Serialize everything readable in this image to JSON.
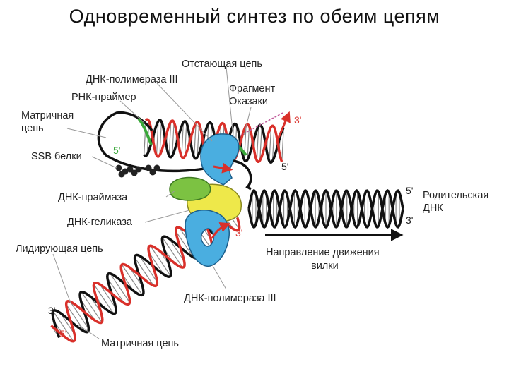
{
  "title": "Одновременный синтез по обеим цепям",
  "labels": {
    "lagging_strand": "Отстающая цепь",
    "pol3_top": "ДНК-полимераза III",
    "okazaki_1": "Фрагмент",
    "okazaki_2": "Оказаки",
    "rna_primer": "РНК-праймер",
    "template_1": "Матричная",
    "template_2": "цепь",
    "ssb": "SSB белки",
    "primase": "ДНК-праймаза",
    "helicase": "ДНК-геликаза",
    "leading_strand": "Лидирующая цепь",
    "pol3_bottom": "ДНК-полимераза III",
    "template_bottom": "Матричная цепь",
    "parent_1": "Родительская",
    "parent_2": "ДНК",
    "direction_1": "Направление движения",
    "direction_2": "вилки"
  },
  "ends": {
    "top_3": "3'",
    "top_5": "5'",
    "lag_5": "5'",
    "parent_5": "5'",
    "parent_3": "3'",
    "mid_3": "3'",
    "bottom_3": "3'",
    "bottom_5": "5'"
  },
  "colors": {
    "strand": "#111111",
    "new_strand": "#d9302a",
    "primer": "#3aa83a",
    "polymerase": "#4aaee0",
    "primase": "#7cc242",
    "helicase": "#eee84a",
    "ssb": "#222222",
    "okazaki_tail": "#c0599a"
  }
}
